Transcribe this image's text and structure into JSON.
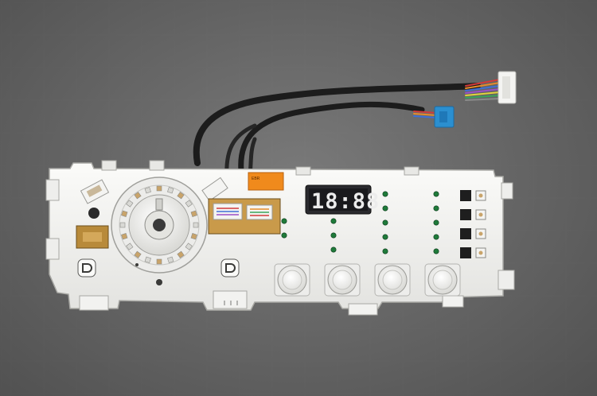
{
  "display": {
    "readout": "18:88"
  },
  "label": {
    "line1": "EBR",
    "line2": ""
  },
  "components": {
    "board": "control-board",
    "harness": "wire-harness",
    "connectors": [
      "white-connector",
      "blue-connector"
    ]
  },
  "colors": {
    "background": "#c4c4c4",
    "grid_lines": "#3b3b3b",
    "board": "#f2f2f0",
    "display": "#2a2a2e",
    "led": "#1f7a3a",
    "label": "#f08a1c",
    "connector_blue": "#2b8fd0"
  }
}
